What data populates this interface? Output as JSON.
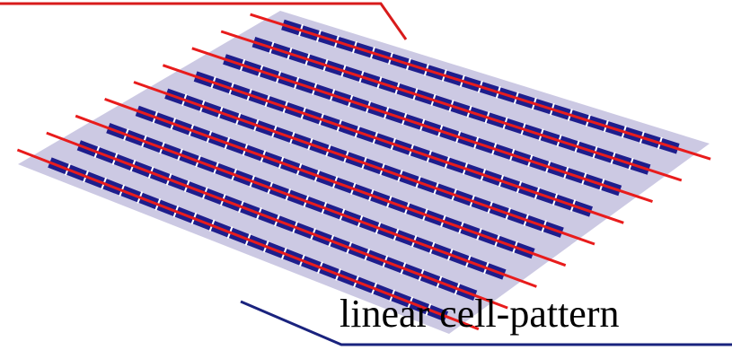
{
  "diagram": {
    "bottom_callout": {
      "label": "linear cell-pattern",
      "color": "#1a237e"
    },
    "top_callout": {
      "color": "#d81b1b"
    },
    "plate_color": "#ccc9e3",
    "strip_color": "#1e1e8c",
    "wire_color": "#e81c1c",
    "gap_color": "#ffffff",
    "row_count": 9,
    "cells_per_row": 22
  }
}
